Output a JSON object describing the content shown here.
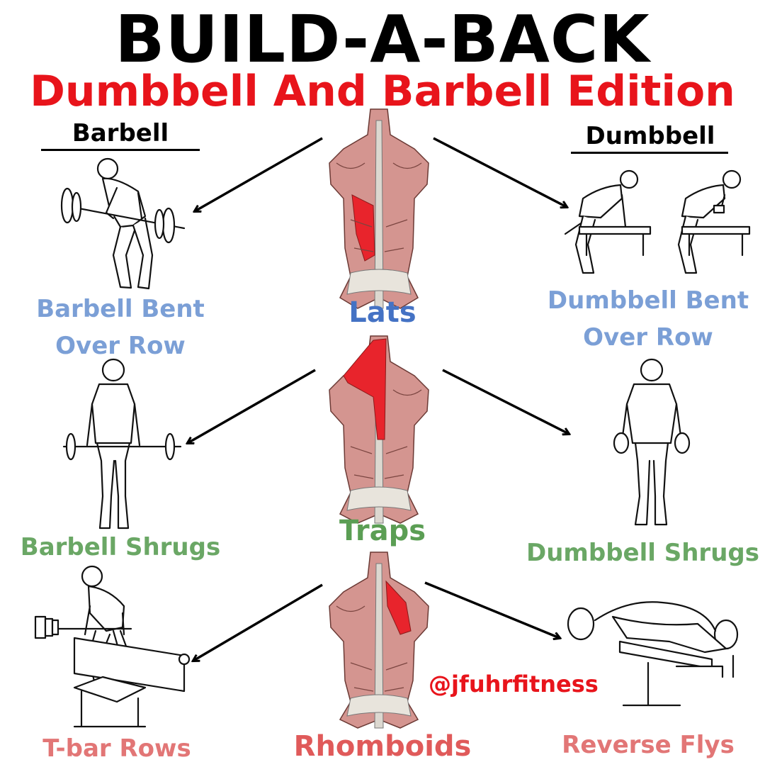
{
  "title": "BUILD-A-BACK",
  "subtitle": "Dumbbell And Barbell Edition",
  "columns": {
    "left": "Barbell",
    "right": "Dumbbell"
  },
  "muscles": [
    {
      "name": "Lats",
      "color": "#4472c4"
    },
    {
      "name": "Traps",
      "color": "#5b9e54"
    },
    {
      "name": "Rhomboids",
      "color": "#e05a5a"
    }
  ],
  "exercises": {
    "barbell_bent_over_row": "Barbell Bent Over Row",
    "dumbbell_bent_over_row": "Dumbbell Bent Over Row",
    "barbell_shrugs": "Barbell Shrugs",
    "dumbbell_shrugs": "Dumbbell Shrugs",
    "t_bar_rows": "T-bar Rows",
    "reverse_flys": "Reverse Flys"
  },
  "handle": "@jfuhrfitness",
  "colors": {
    "subtitle": "#e8141b",
    "lats_row": "#7b9fd6",
    "traps_row": "#6aa765",
    "rhomboids_row": "#e27676",
    "muscle_base": "#d49590",
    "highlight": "#e8242c",
    "spine": "#dcd8d0"
  }
}
